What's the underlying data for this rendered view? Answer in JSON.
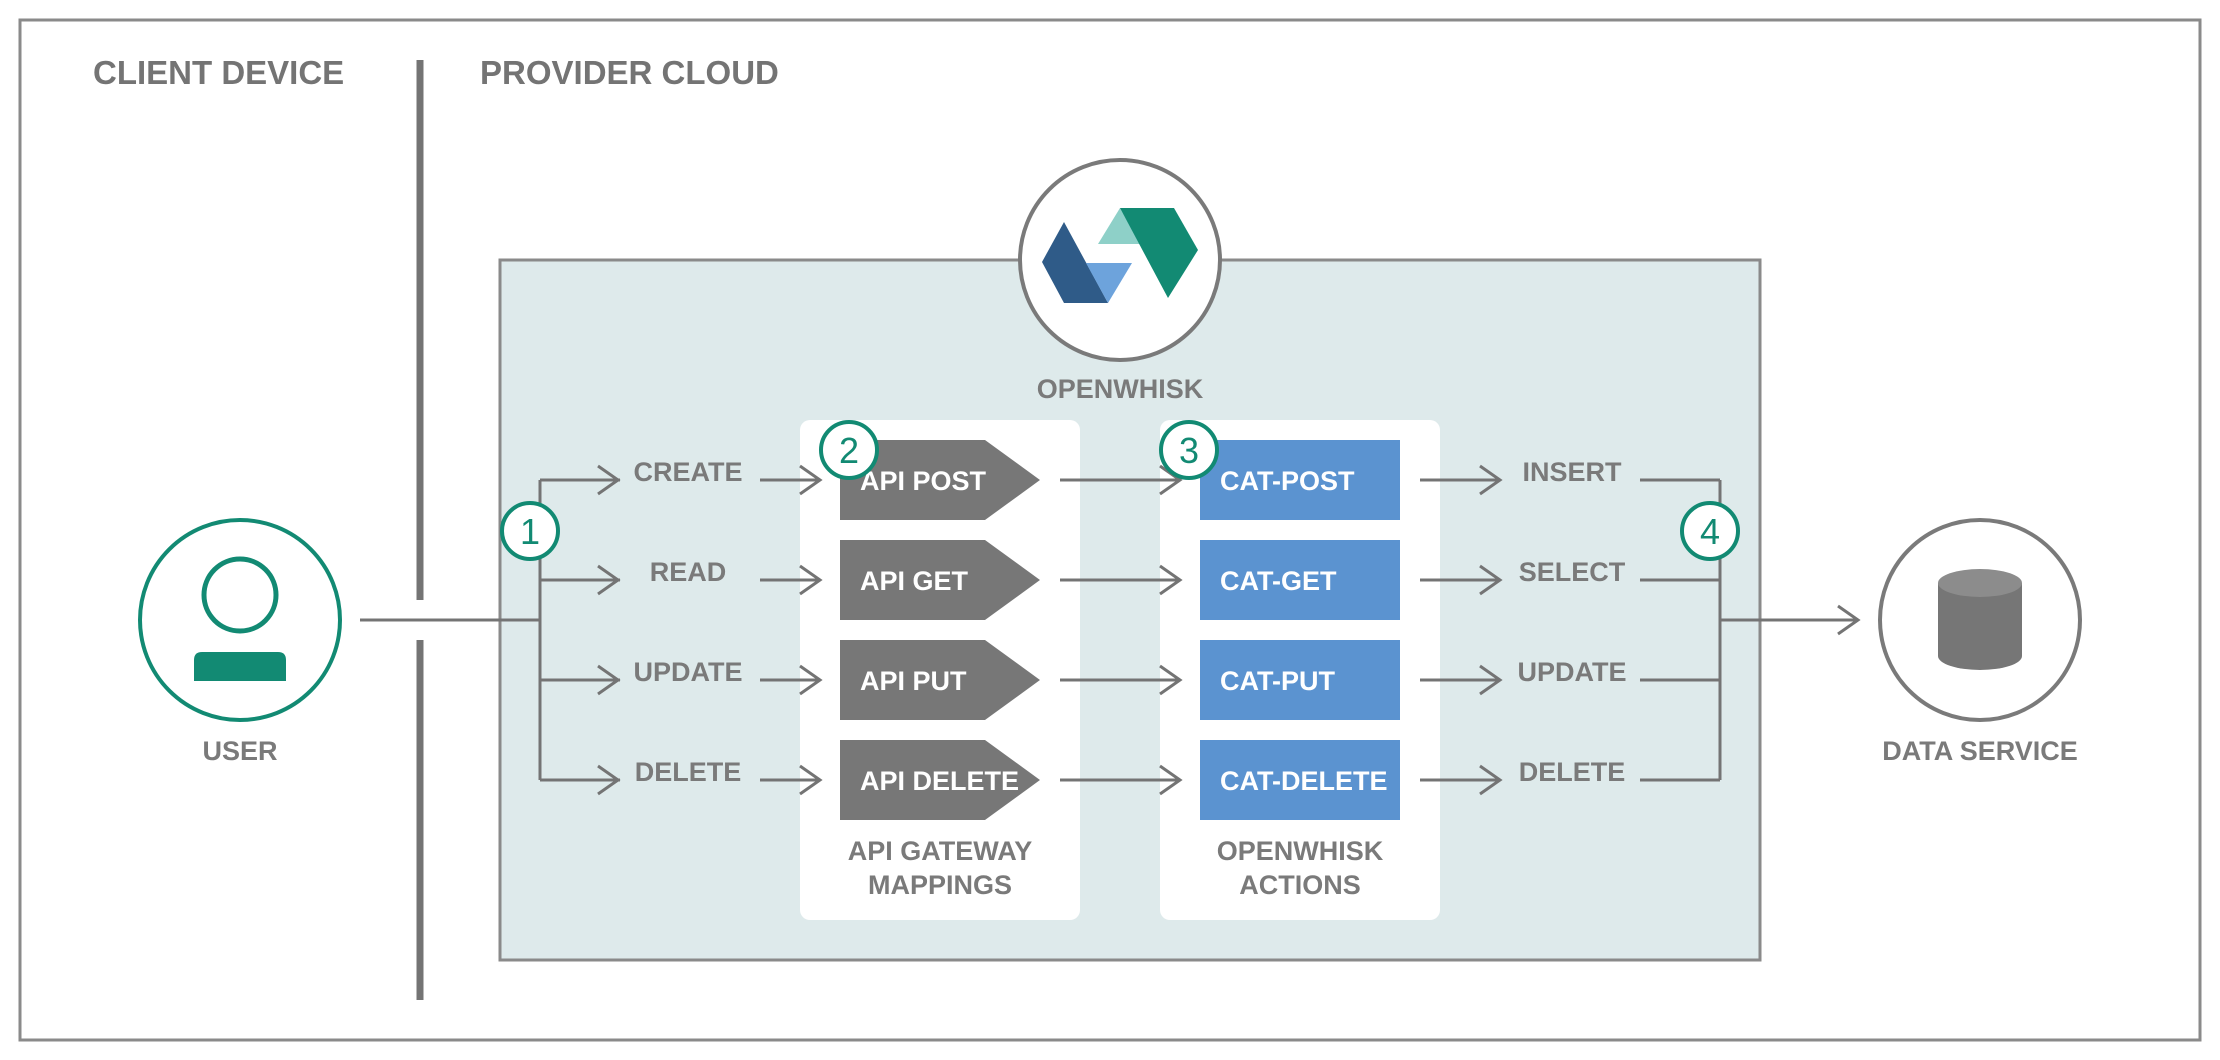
{
  "headers": {
    "client": "CLIENT DEVICE",
    "provider": "PROVIDER CLOUD"
  },
  "user": {
    "label": "USER"
  },
  "data_service": {
    "label": "DATA SERVICE"
  },
  "openwhisk": {
    "label": "OPENWHISK"
  },
  "operations": [
    "CREATE",
    "READ",
    "UPDATE",
    "DELETE"
  ],
  "api_gateway": {
    "items": [
      "API POST",
      "API GET",
      "API PUT",
      "API DELETE"
    ],
    "caption_line1": "API GATEWAY",
    "caption_line2": "MAPPINGS"
  },
  "actions": {
    "items": [
      "CAT-POST",
      "CAT-GET",
      "CAT-PUT",
      "CAT-DELETE"
    ],
    "caption_line1": "OPENWHISK",
    "caption_line2": "ACTIONS"
  },
  "db_operations": [
    "INSERT",
    "SELECT",
    "UPDATE",
    "DELETE"
  ],
  "steps": [
    "1",
    "2",
    "3",
    "4"
  ],
  "colors": {
    "teal": "#128a73",
    "gray_box": "#777777",
    "blue_box": "#5b93d0",
    "panel_bg": "#deeaeb",
    "line": "#747474",
    "logo_dark_blue": "#2f5b88",
    "logo_light_blue": "#6da3dc",
    "logo_light_teal": "#8ed0c8"
  },
  "icons": [
    "user-icon",
    "database-icon",
    "openwhisk-logo-icon"
  ]
}
